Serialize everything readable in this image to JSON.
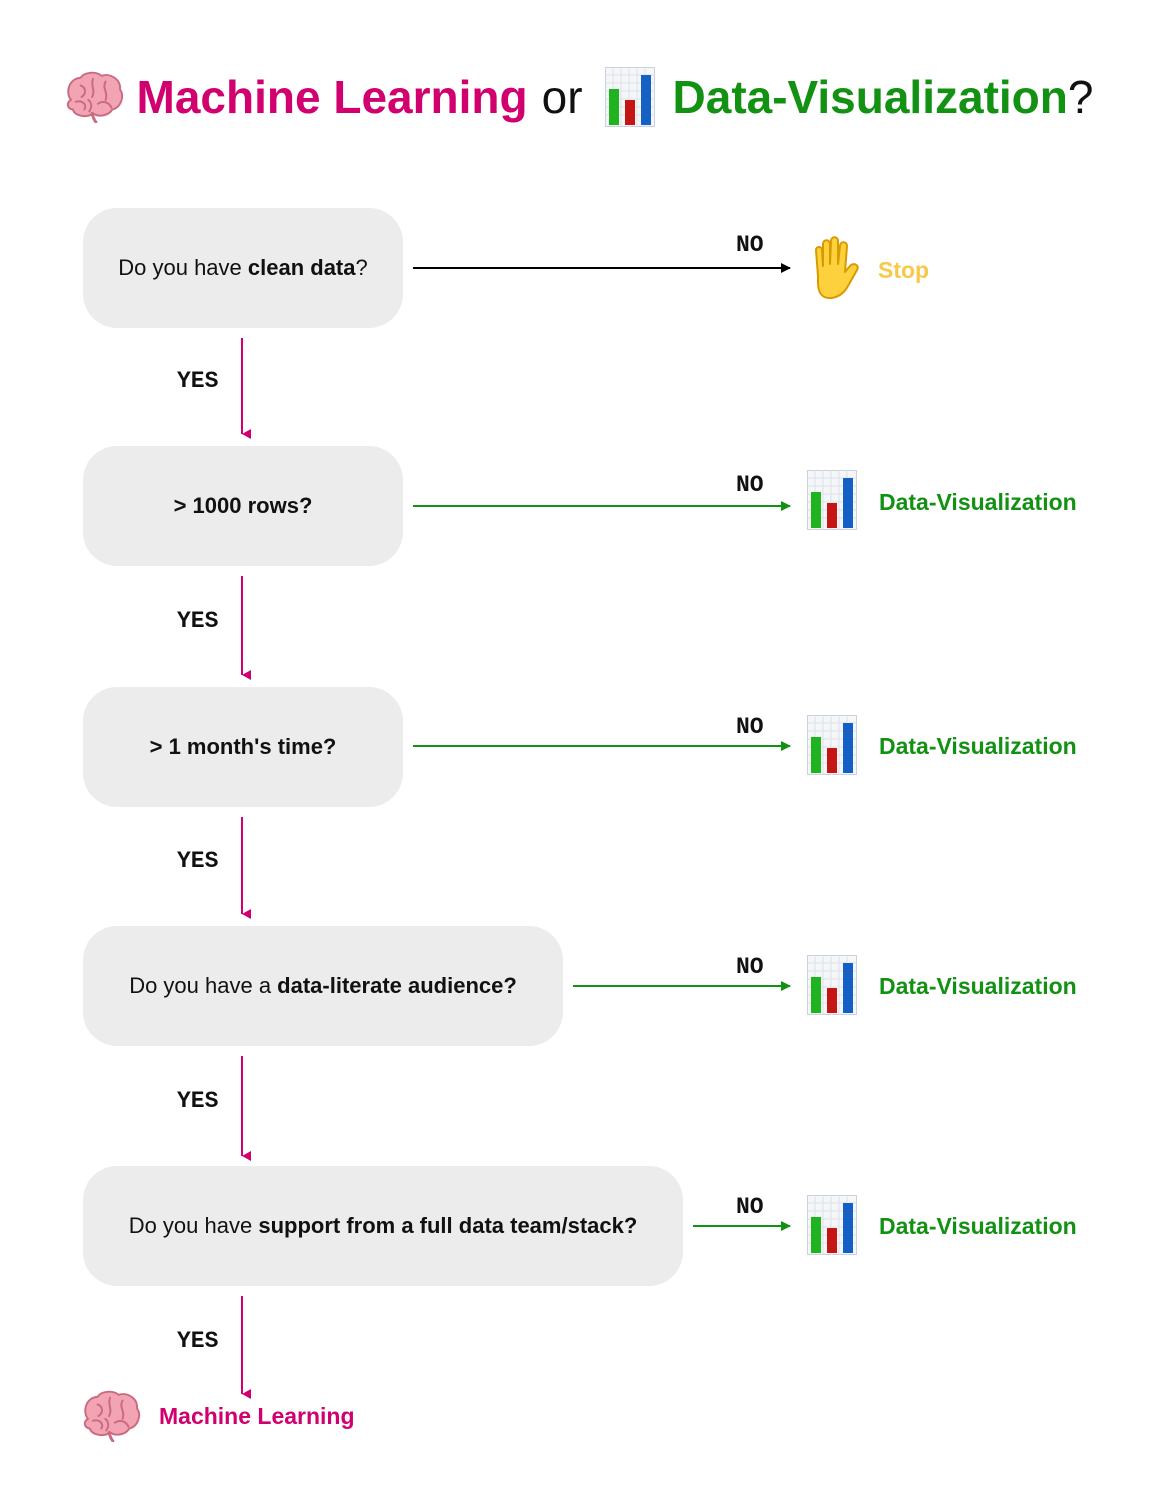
{
  "title": {
    "part1": "Machine Learning",
    "connector": "or",
    "part2": "Data-Visualization",
    "suffix": "?",
    "brain_icon": "brain-icon",
    "chart_icon": "bar-chart-icon"
  },
  "colors": {
    "ml": "#d1006e",
    "dv": "#129112",
    "stop": "#f7c948",
    "box_bg": "#ececec",
    "chart_green": "#1fb31f",
    "chart_red": "#c41414",
    "chart_blue": "#1560c4"
  },
  "steps": [
    {
      "question": {
        "pre": "Do you have ",
        "bold": "clean data",
        "post": "?"
      },
      "yes_label": "YES",
      "no_label": "NO",
      "no_outcome": "Stop",
      "no_icon": "raised-hand-icon"
    },
    {
      "question": {
        "pre": "",
        "bold": "> 1000 rows?",
        "post": ""
      },
      "yes_label": "YES",
      "no_label": "NO",
      "no_outcome": "Data-Visualization",
      "no_icon": "bar-chart-icon"
    },
    {
      "question": {
        "pre": "",
        "bold": "> 1 month's time?",
        "post": ""
      },
      "yes_label": "YES",
      "no_label": "NO",
      "no_outcome": "Data-Visualization",
      "no_icon": "bar-chart-icon"
    },
    {
      "question": {
        "pre": "Do you have a ",
        "bold": "data-literate audience?",
        "post": ""
      },
      "yes_label": "YES",
      "no_label": "NO",
      "no_outcome": "Data-Visualization",
      "no_icon": "bar-chart-icon"
    },
    {
      "question": {
        "pre": "Do you have ",
        "bold": "support from a full data team/stack?",
        "post": ""
      },
      "yes_label": "YES",
      "no_label": "NO",
      "no_outcome": "Data-Visualization",
      "no_icon": "bar-chart-icon"
    }
  ],
  "final": {
    "label": "Machine Learning",
    "icon": "brain-icon"
  }
}
